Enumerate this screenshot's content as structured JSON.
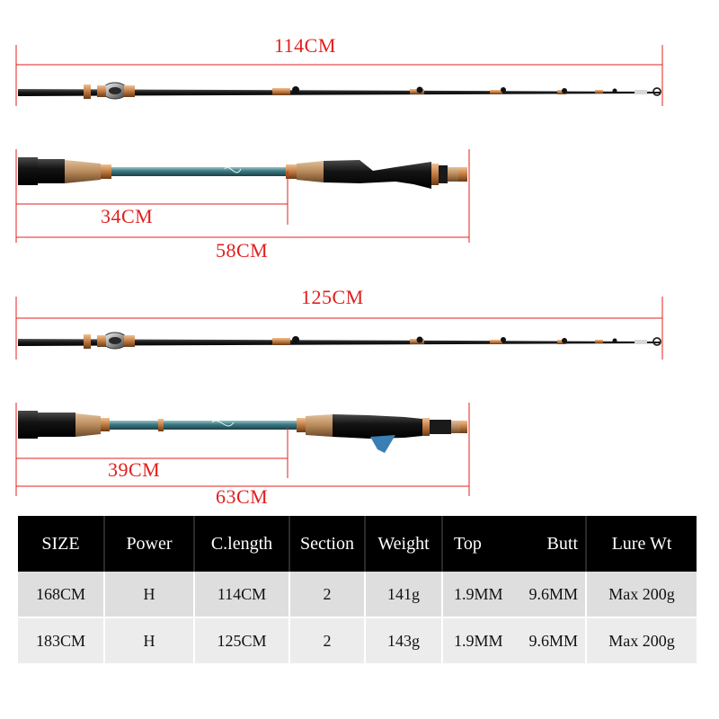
{
  "measurements": {
    "rod1_tip_length": "114CM",
    "rod1_handle_short": "34CM",
    "rod1_handle_long": "58CM",
    "rod2_tip_length": "125CM",
    "rod2_handle_short": "39CM",
    "rod2_handle_long": "63CM"
  },
  "colors": {
    "measure_line": "#e0201e",
    "blank": "#1a1a1a",
    "handle_blank": "#3f7d86",
    "cork": "#b8895a",
    "gold_trim": "#c07a40",
    "table_header": "#000000"
  },
  "icons": [
    "spinning-rod-tip-section",
    "spinning-rod-handle",
    "casting-rod-tip-section",
    "casting-rod-handle"
  ],
  "table": {
    "headers": {
      "size": "SIZE",
      "power": "Power",
      "c_length": "C.length",
      "section": "Section",
      "weight": "Weight",
      "top": "Top",
      "butt": "Butt",
      "lure_wt": "Lure Wt"
    },
    "rows": [
      {
        "size": "168CM",
        "power": "H",
        "c_length": "114CM",
        "section": "2",
        "weight": "141g",
        "top": "1.9MM",
        "butt": "9.6MM",
        "lure_wt": "Max 200g"
      },
      {
        "size": "183CM",
        "power": "H",
        "c_length": "125CM",
        "section": "2",
        "weight": "143g",
        "top": "1.9MM",
        "butt": "9.6MM",
        "lure_wt": "Max 200g"
      }
    ]
  }
}
